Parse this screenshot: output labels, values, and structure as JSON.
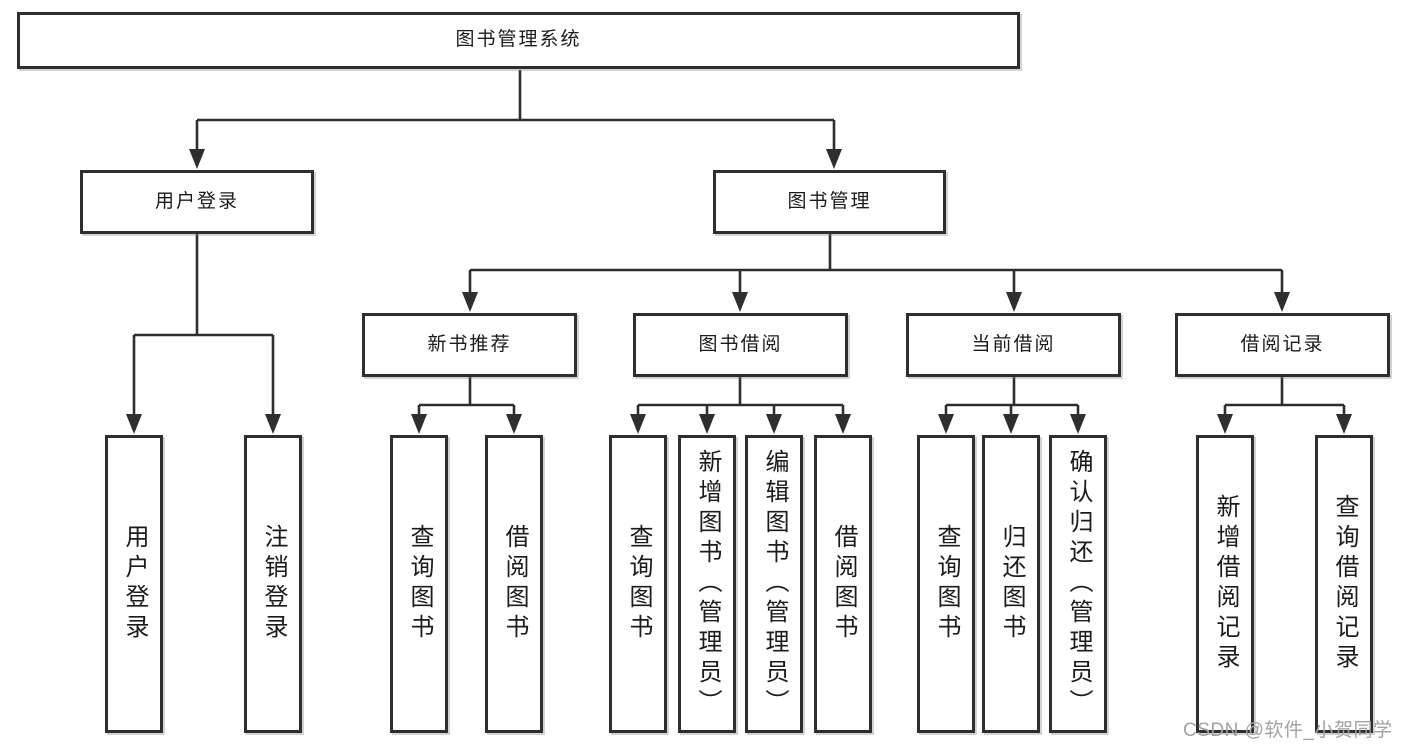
{
  "colors": {
    "line": "#2e2e2e",
    "text": "#1b1b1b",
    "box_background": "#ffffff",
    "watermark": "#a2a2a2",
    "page_background": "#ffffff"
  },
  "watermark": {
    "text": "CSDN @软件_小贺同学"
  },
  "tree": {
    "label": "图书管理系统",
    "children": [
      {
        "label": "用户登录",
        "children": [
          {
            "label": "用户登录"
          },
          {
            "label": "注销登录"
          }
        ]
      },
      {
        "label": "图书管理",
        "children": [
          {
            "label": "新书推荐",
            "children": [
              {
                "label": "查询图书"
              },
              {
                "label": "借阅图书"
              }
            ]
          },
          {
            "label": "图书借阅",
            "children": [
              {
                "label": "查询图书"
              },
              {
                "label": "新增图书（管理员）"
              },
              {
                "label": "编辑图书（管理员）"
              },
              {
                "label": "借阅图书"
              }
            ]
          },
          {
            "label": "当前借阅",
            "children": [
              {
                "label": "查询图书"
              },
              {
                "label": "归还图书"
              },
              {
                "label": "确认归还（管理员）"
              }
            ]
          },
          {
            "label": "借阅记录",
            "children": [
              {
                "label": "新增借阅记录"
              },
              {
                "label": "查询借阅记录"
              }
            ]
          }
        ]
      }
    ]
  }
}
